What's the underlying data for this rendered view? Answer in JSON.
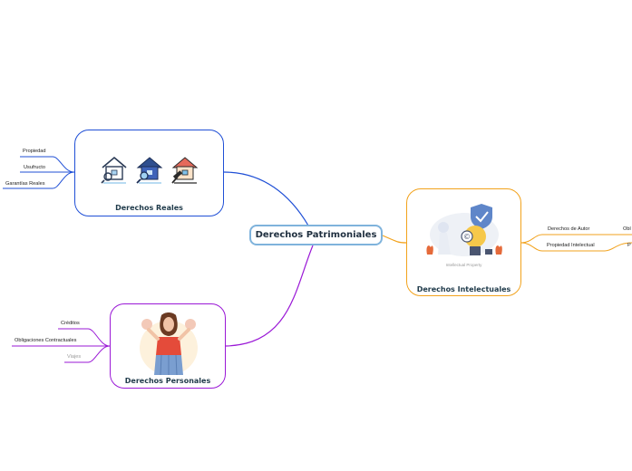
{
  "central": {
    "label": "Derechos Patrimoniales"
  },
  "reales": {
    "title": "Derechos Reales",
    "leaves": [
      "Propiedad",
      "Usufructo",
      "Garantías Reales"
    ],
    "color": "#1f4fd6"
  },
  "personales": {
    "title": "Derechos Personales",
    "leaves": [
      "Créditos",
      "Obligaciones Contractuales",
      "Viajes"
    ],
    "color": "#9a18d6"
  },
  "intelectuales": {
    "title": "Derechos Intelectuales",
    "image_caption": "Intellectual Property",
    "leaves": [
      "Derechos de Autor",
      "Propiedad Intelectual"
    ],
    "truncated_leaves": [
      "Obl",
      "P"
    ],
    "color": "#f2a21c"
  },
  "icons": [
    "house-search-icon",
    "house-gavel-icon",
    "woman-icon",
    "lightbulb-shield-icon"
  ]
}
